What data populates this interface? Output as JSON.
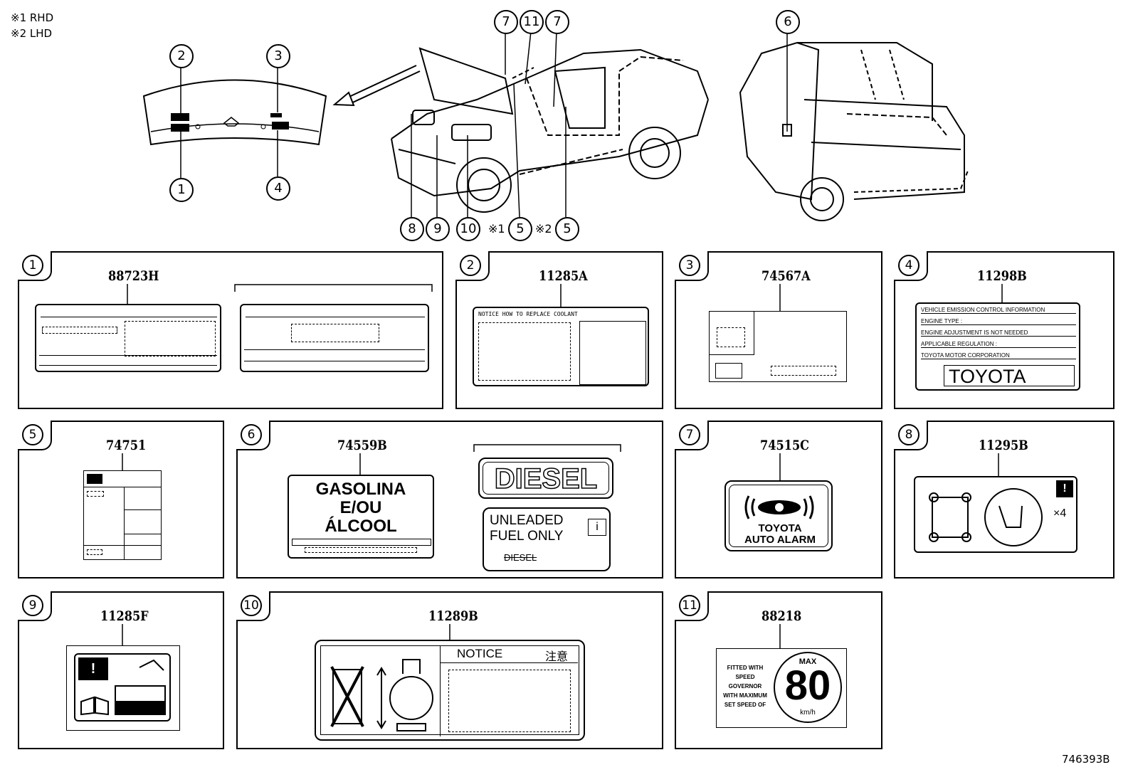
{
  "notes": {
    "rhd": "※1 RHD",
    "lhd": "※2 LHD"
  },
  "callouts": {
    "c1": "1",
    "c2": "2",
    "c3": "3",
    "c4": "4",
    "c7a": "7",
    "c11": "11",
    "c7b": "7",
    "c6": "6",
    "c8": "8",
    "c9": "9",
    "c10": "10",
    "c5a_prefix": "※1",
    "c5a": "5",
    "c5b_prefix": "※2",
    "c5b": "5"
  },
  "panels": [
    {
      "num": "1",
      "part": "88723H"
    },
    {
      "num": "2",
      "part": "11285A"
    },
    {
      "num": "3",
      "part": "74567A"
    },
    {
      "num": "4",
      "part": "11298B"
    },
    {
      "num": "5",
      "part": "74751"
    },
    {
      "num": "6",
      "part": "74559B"
    },
    {
      "num": "7",
      "part": "74515C"
    },
    {
      "num": "8",
      "part": "11295B"
    },
    {
      "num": "9",
      "part": "11285F"
    },
    {
      "num": "10",
      "part": "11289B"
    },
    {
      "num": "11",
      "part": "88218"
    }
  ],
  "label2": {
    "notice": "NOTICE",
    "how": "HOW TO REPLACE COOLANT"
  },
  "label4": {
    "line1": "VEHICLE EMISSION CONTROL INFORMATION",
    "line2": "ENGINE TYPE :",
    "line3": "ENGINE ADJUSTMENT IS NOT NEEDED",
    "line4": "APPLICABLE REGULATION :",
    "line5": "TOYOTA MOTOR CORPORATION",
    "brand": "TOYOTA"
  },
  "label6": {
    "gasolina": "GASOLINA",
    "eou": "E/OU",
    "alcool": "ÁLCOOL",
    "diesel": "DIESEL",
    "unleaded": "UNLEADED",
    "fuel_only": "FUEL ONLY",
    "diesel_small": "DIESEL"
  },
  "label7": {
    "line1": "TOYOTA",
    "line2": "AUTO ALARM"
  },
  "label8": {
    "times": "×4"
  },
  "label10": {
    "notice": "NOTICE",
    "notice_jp": "注意"
  },
  "label11": {
    "text": [
      "FITTED WITH",
      "SPEED",
      "GOVERNOR",
      "WITH MAXIMUM",
      "SET SPEED OF"
    ],
    "max": "MAX",
    "speed": "80",
    "unit": "km/h"
  },
  "figure_id": "746393B"
}
